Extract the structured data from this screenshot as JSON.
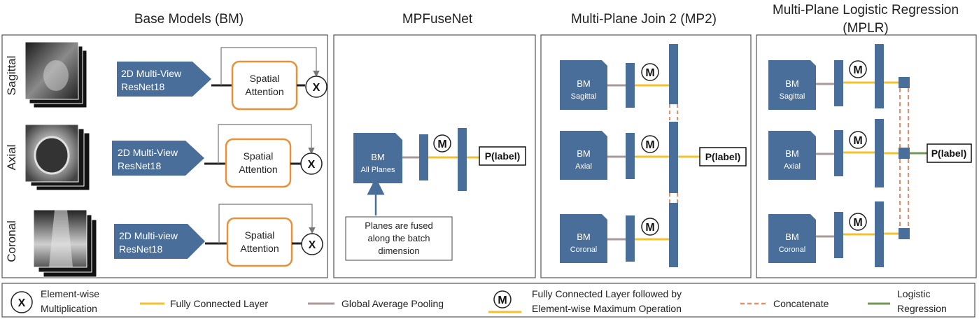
{
  "titles": {
    "bm": "Base Models (BM)",
    "mpfusenet": "MPFuseNet",
    "mp2": "Multi-Plane Join 2 (MP2)",
    "mplr_line1": "Multi-Plane Logistic Regression",
    "mplr_line2": "(MPLR)"
  },
  "base_models": {
    "planes": [
      "Sagittal",
      "Axial",
      "Coronal"
    ],
    "resnet_lines": [
      [
        "2D Multi-View",
        "ResNet18"
      ],
      [
        "2D Multi-View",
        "ResNet18"
      ],
      [
        "2D Multi-view",
        "ResNet18"
      ]
    ],
    "attention_line1": "Spatial",
    "attention_line2": "Attention",
    "multiply_symbol": "X"
  },
  "mpfusenet": {
    "bm_label": "BM",
    "bm_sub": "All Planes",
    "max_symbol": "M",
    "output": "P(label)",
    "note_lines": [
      "Planes are fused",
      "along the batch",
      "dimension"
    ]
  },
  "mp2": {
    "bm_label": "BM",
    "planes": [
      "Sagittal",
      "Axial",
      "Coronal"
    ],
    "max_symbol": "M",
    "output": "P(label)"
  },
  "mplr": {
    "bm_label": "BM",
    "planes": [
      "Sagittal",
      "Axial",
      "Coronal"
    ],
    "max_symbol": "M",
    "output": "P(label)"
  },
  "legend": {
    "multiply_symbol": "X",
    "multiply_line1": "Element-wise",
    "multiply_line2": "Multiplication",
    "fc": "Fully Connected Layer",
    "gap": "Global Average Pooling",
    "max_symbol": "M",
    "fcmax_line1": "Fully Connected Layer followed by",
    "fcmax_line2": "Element-wise Maximum  Operation",
    "concat": "Concatenate",
    "logreg_line1": "Logistic",
    "logreg_line2": "Regression"
  },
  "colors": {
    "block": "#4a6e9a",
    "fc": "#f2c12e",
    "gap": "#a99a9a",
    "concat": "#e58f6d",
    "logreg": "#6e9a55",
    "attention_border": "#e8913a"
  }
}
